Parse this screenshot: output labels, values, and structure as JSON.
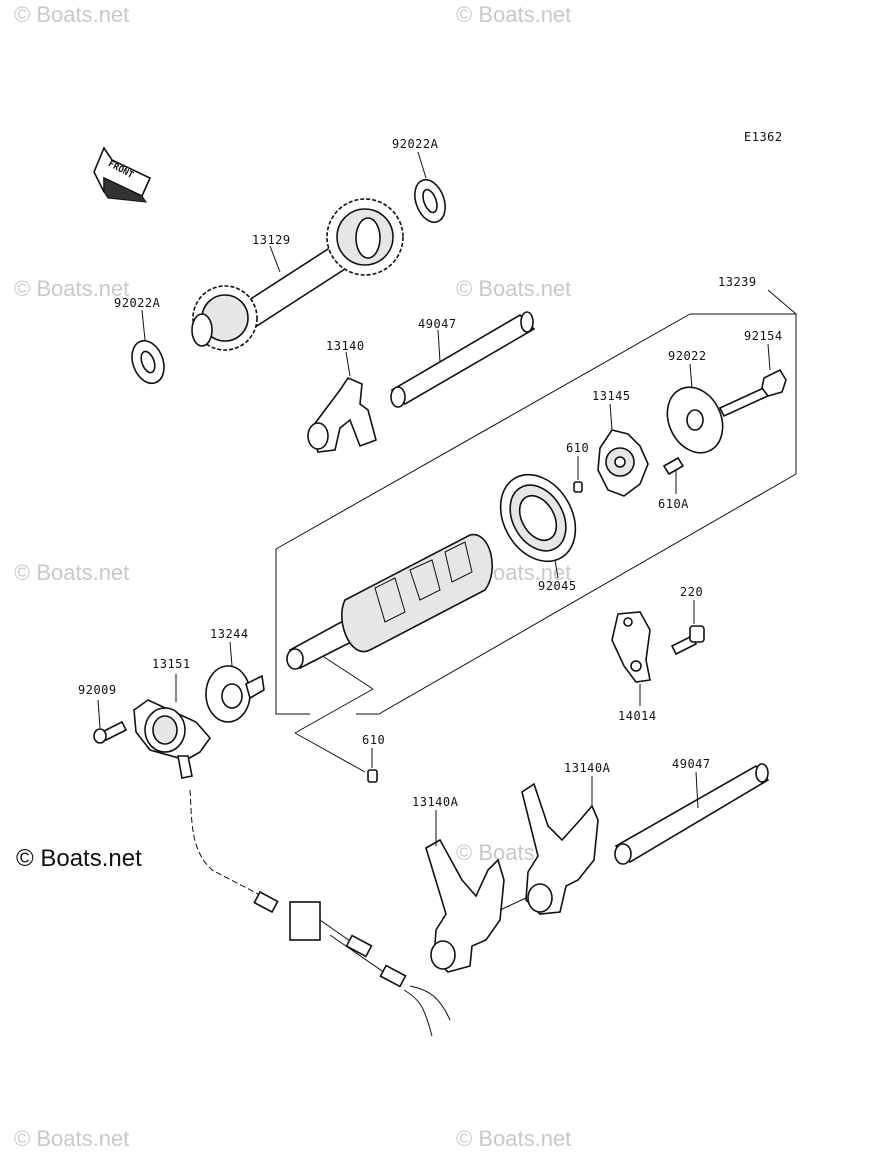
{
  "diagram_code": "E1362",
  "front_label": "FRONT",
  "copyright": "© Boats.net",
  "watermark": "© Boats.net",
  "parts": [
    {
      "id": "p_92022A_top",
      "number": "92022A"
    },
    {
      "id": "p_13129",
      "number": "13129"
    },
    {
      "id": "p_92022A_left",
      "number": "92022A"
    },
    {
      "id": "p_13239",
      "number": "13239"
    },
    {
      "id": "p_49047_top",
      "number": "49047"
    },
    {
      "id": "p_13140",
      "number": "13140"
    },
    {
      "id": "p_92154",
      "number": "92154"
    },
    {
      "id": "p_92022",
      "number": "92022"
    },
    {
      "id": "p_13145",
      "number": "13145"
    },
    {
      "id": "p_610_top",
      "number": "610"
    },
    {
      "id": "p_610A",
      "number": "610A"
    },
    {
      "id": "p_92045",
      "number": "92045"
    },
    {
      "id": "p_220",
      "number": "220"
    },
    {
      "id": "p_13244",
      "number": "13244"
    },
    {
      "id": "p_13151",
      "number": "13151"
    },
    {
      "id": "p_92009",
      "number": "92009"
    },
    {
      "id": "p_14014",
      "number": "14014"
    },
    {
      "id": "p_610_bottom",
      "number": "610"
    },
    {
      "id": "p_13140A_right",
      "number": "13140A"
    },
    {
      "id": "p_49047_bottom",
      "number": "49047"
    },
    {
      "id": "p_13140A_left",
      "number": "13140A"
    }
  ]
}
